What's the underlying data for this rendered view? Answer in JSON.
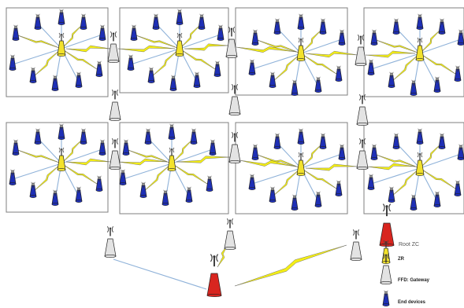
{
  "colors": {
    "end_device": "#1e2fb5",
    "router": "#f2e22c",
    "gateway": "#e3e3e3",
    "root": "#d8251f",
    "link_blue": "#8fb2d9",
    "lightning": "#f4ee16"
  },
  "icons": {
    "end_device": "antenna-device-icon",
    "router": "antenna-device-icon",
    "gateway": "antenna-device-icon",
    "root": "antenna-device-icon",
    "link": "lightning-bolt-icon"
  },
  "legend": {
    "root": {
      "label": "Root ZC"
    },
    "router": {
      "label": "ZR"
    },
    "gateway": {
      "label": "FFD: Gateway"
    },
    "end_device": {
      "label": "End devices"
    }
  }
}
